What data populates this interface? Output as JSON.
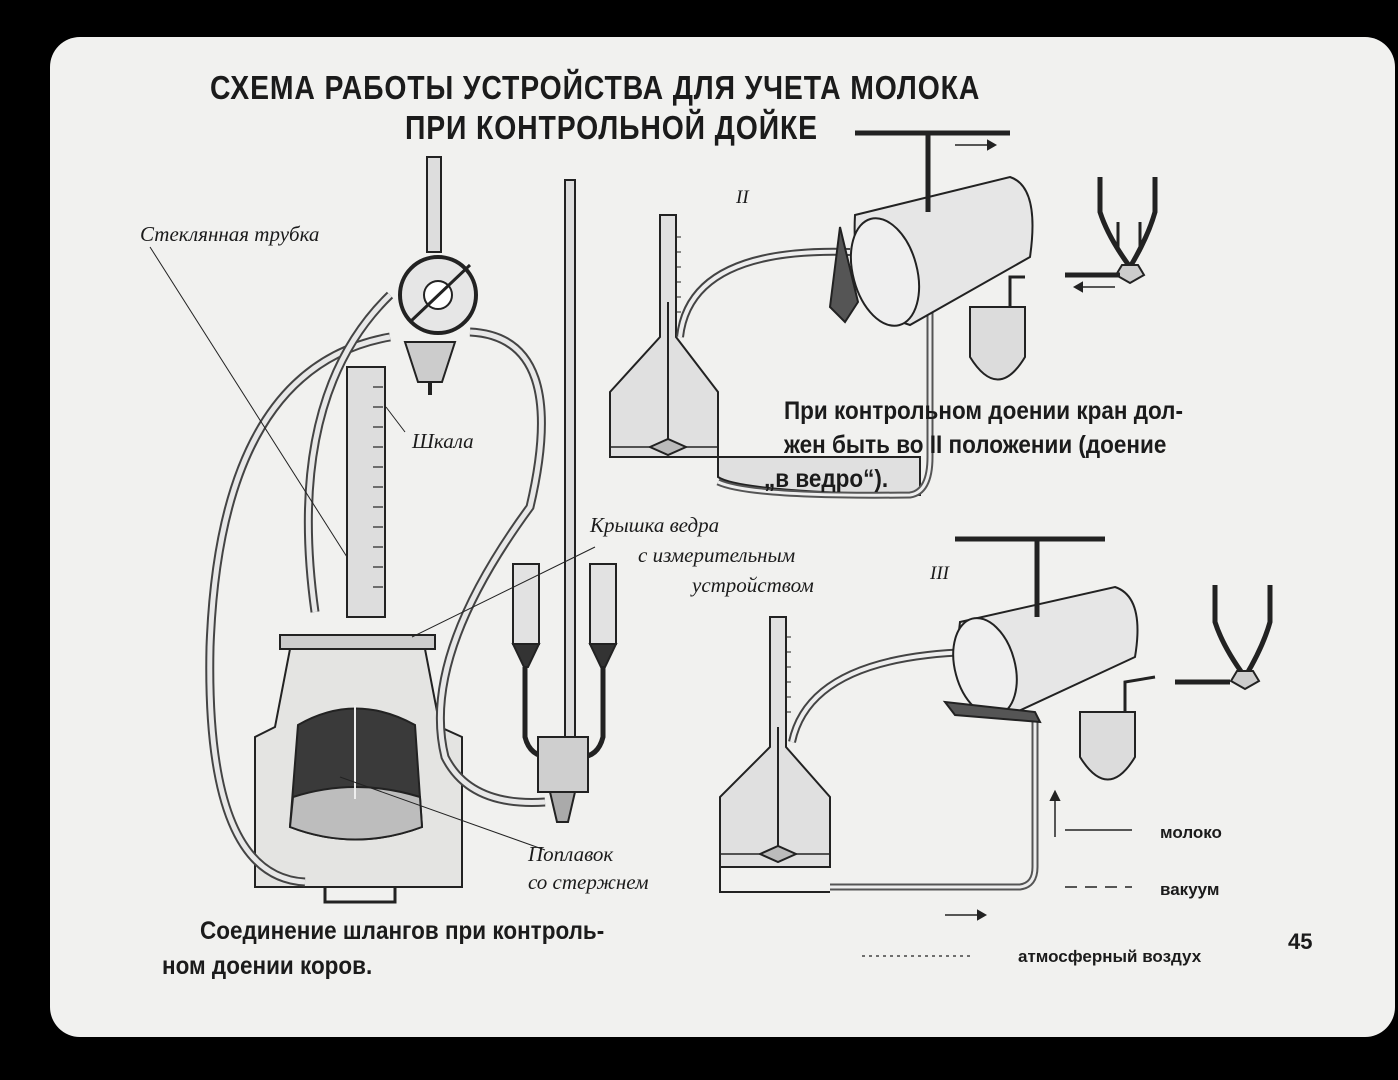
{
  "title": {
    "line1": "СХЕМА РАБОТЫ УСТРОЙСТВА ДЛЯ УЧЕТА МОЛОКА",
    "line2": "ПРИ КОНТРОЛЬНОЙ ДОЙКЕ"
  },
  "labels": {
    "glass_tube": "Стеклянная трубка",
    "scale": "Шкала",
    "lid_line1": "Крышка ведра",
    "lid_line2": "с измерительным",
    "lid_line3": "устройством",
    "float_line1": "Поплавок",
    "float_line2": "со стержнем"
  },
  "positions": {
    "ii": "II",
    "iii": "III"
  },
  "note": {
    "line1": "При контрольном доении кран дол-",
    "line2": "жен быть во II положении (доение",
    "line3": "„в ведро“)."
  },
  "caption": {
    "line1": "Соединение шлангов при контроль-",
    "line2": "ном доении коров."
  },
  "legend": {
    "milk": "молоко",
    "vacuum": "вакуум",
    "air": "атмосферный воздух"
  },
  "page_number": "45",
  "colors": {
    "background": "#000000",
    "slide": "#f1f1ef",
    "ink": "#1b1b1b"
  }
}
